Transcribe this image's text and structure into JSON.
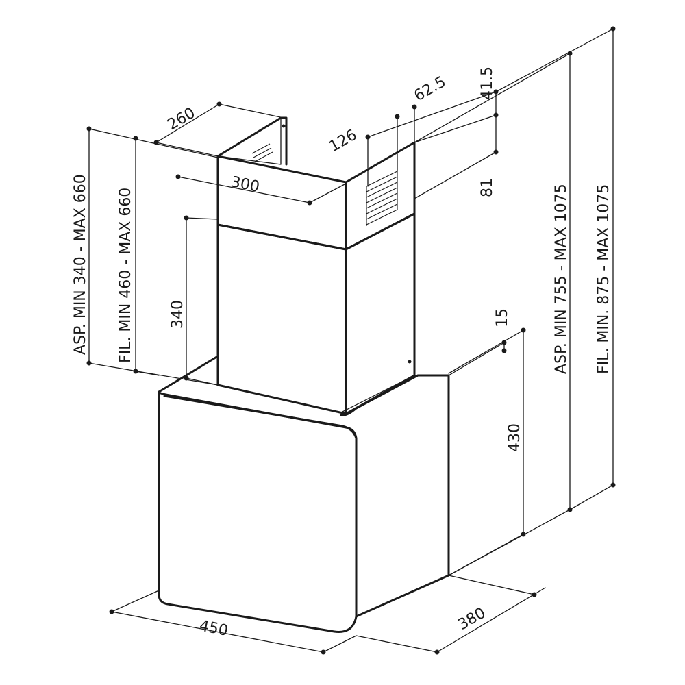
{
  "dimensions": {
    "width_lower": "450",
    "depth_lower": "380",
    "height_lower": "430",
    "lower_top_offset": "15",
    "upper_chimney_width": "300",
    "upper_chimney_depth": "260",
    "lower_chimney_height": "340",
    "outlet_offset_126": "126",
    "outlet_offset_62": "62.5",
    "outlet_offset_41": "41.5",
    "outlet_height_81": "81",
    "asp_chimney_range": "ASP. MIN 340 - MAX 660",
    "fil_chimney_range": "FIL. MIN 460 - MAX 660",
    "asp_total_range": "ASP. MIN 755 - MAX 1075",
    "fil_total_range": "FIL. MIN. 875 - MAX 1075"
  }
}
